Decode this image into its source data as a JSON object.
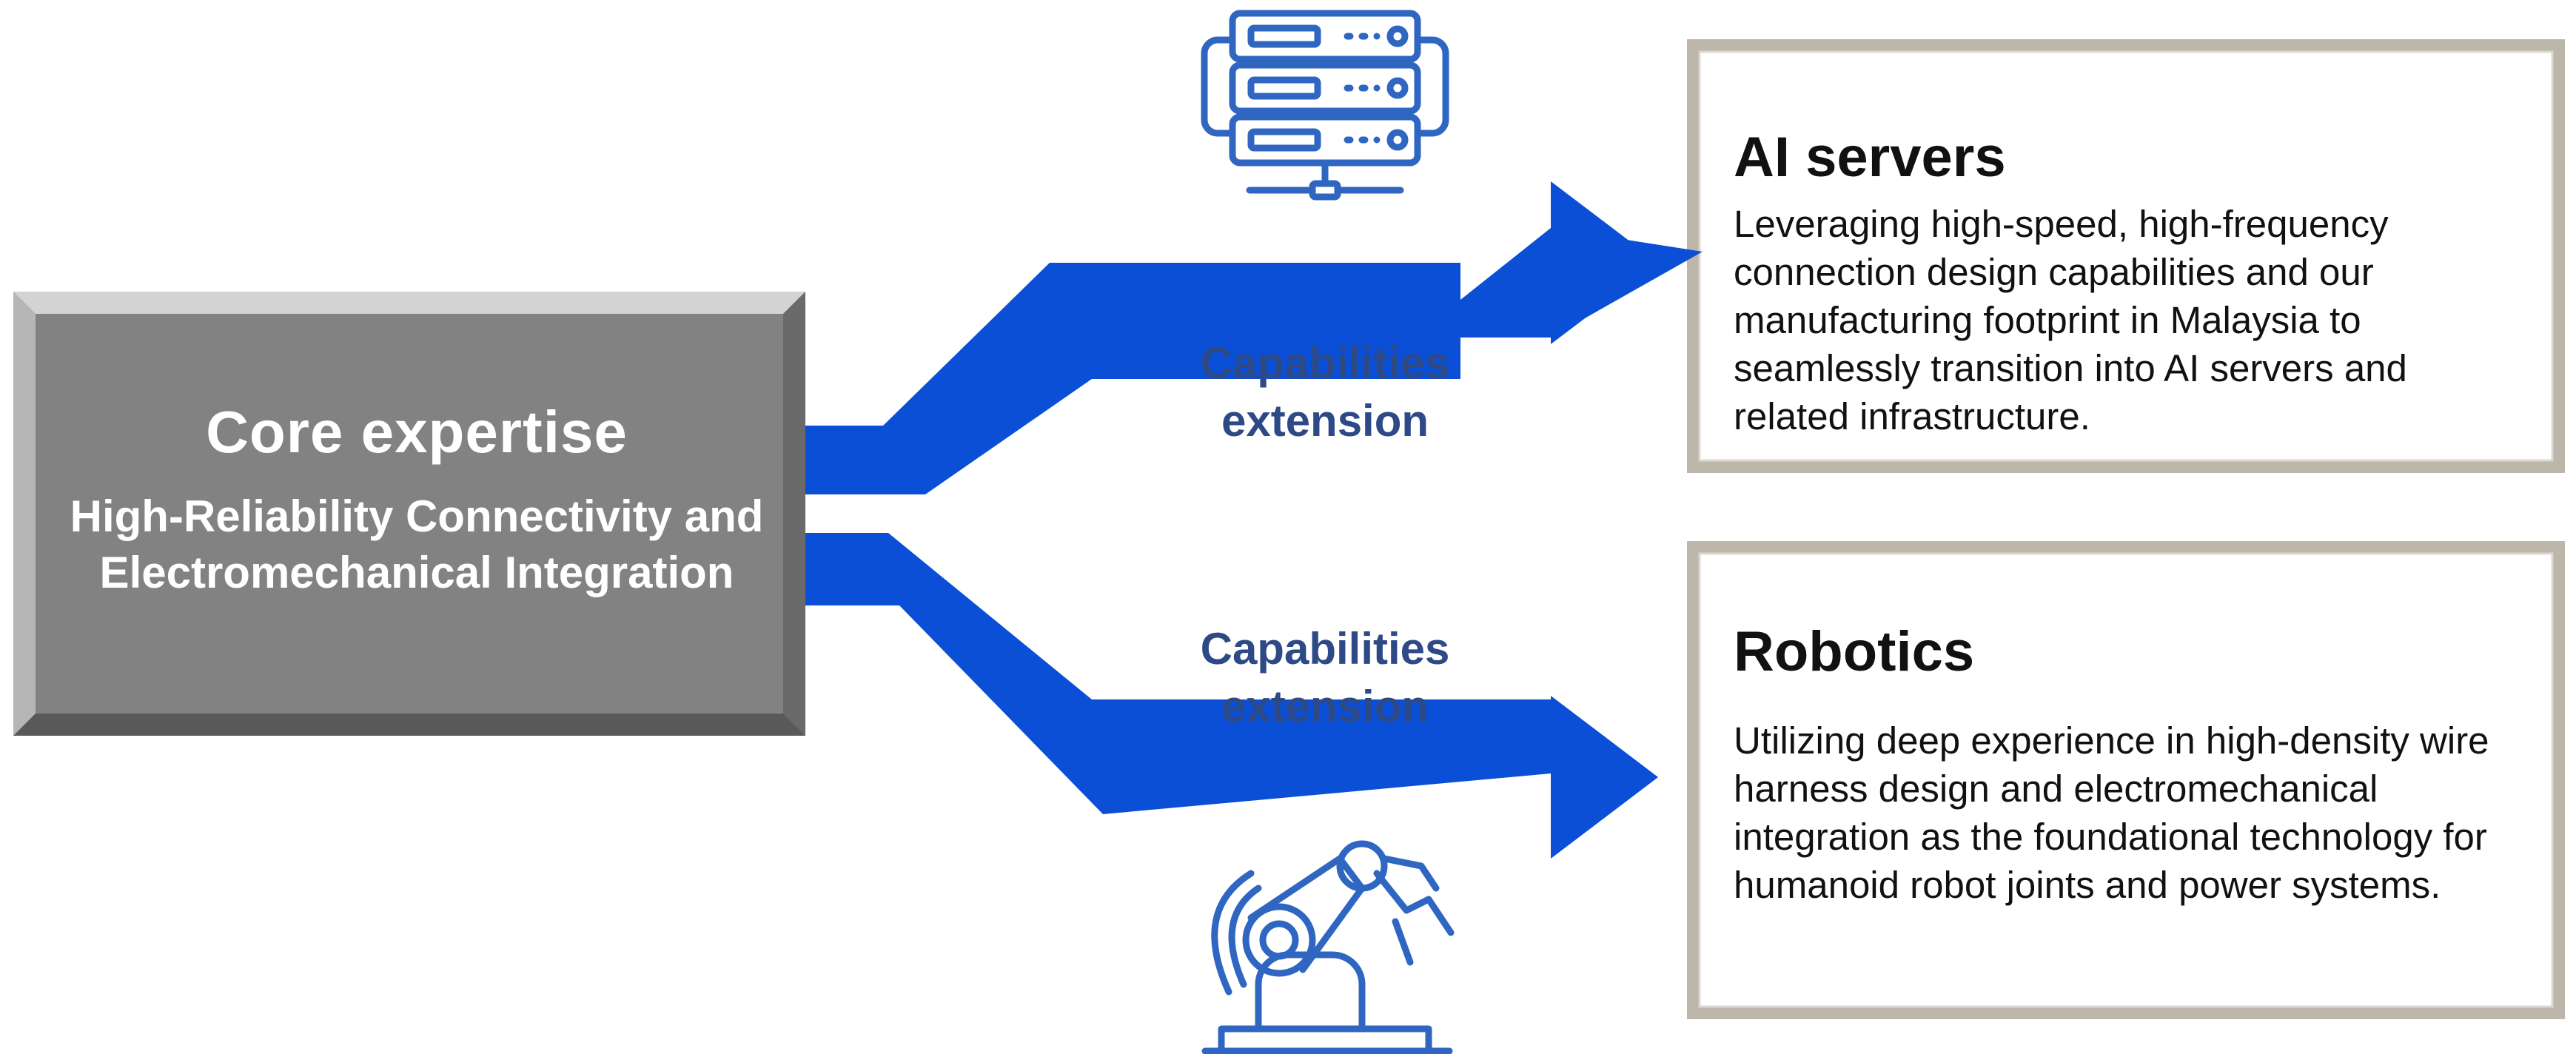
{
  "core": {
    "title": "Core expertise",
    "subtitle": "High-Reliability Connectivity and Electromechanical Integration"
  },
  "extensions": [
    {
      "label": "Capabilities extension"
    },
    {
      "label": "Capabilities extension"
    }
  ],
  "cards": [
    {
      "title": "AI servers",
      "description": "Leveraging high-speed, high-frequency connection design capabilities and our manufacturing footprint in Malaysia to seamlessly transition into AI servers and related infrastructure.",
      "icon": "server-rack-icon"
    },
    {
      "title": "Robotics",
      "description": "Utilizing deep experience in high-density wire harness design and electromechanical integration as the foundational technology for humanoid robot joints and power systems.",
      "icon": "robot-arm-icon"
    }
  ],
  "colors": {
    "arrow": "#0a4fd6",
    "icon": "#2f66c2",
    "core_box": "#828282",
    "label": "#2e4a86",
    "card_border": "#bdb6aa"
  }
}
